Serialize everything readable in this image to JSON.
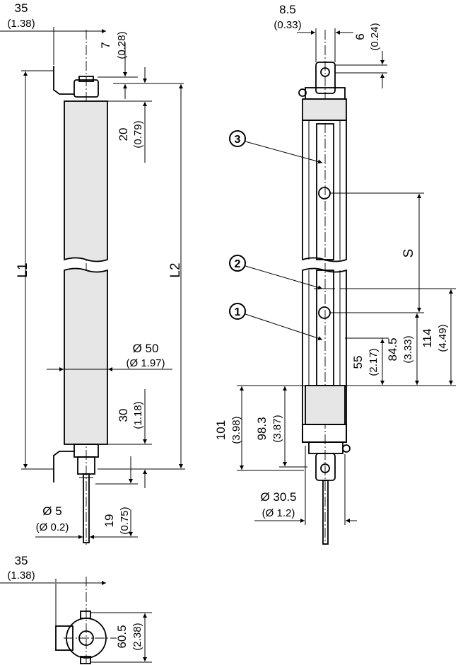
{
  "dimensions": {
    "width_top": {
      "mm": "35",
      "in": "(1.38)"
    },
    "width_bottom": {
      "mm": "35",
      "in": "(1.38)"
    },
    "cap_top": {
      "mm": "7",
      "in": "(0.28)"
    },
    "cap_height": {
      "mm": "20",
      "in": "(0.79)"
    },
    "diameter_body": {
      "mm": "Ø 50",
      "in": "(Ø 1.97)"
    },
    "bottom_cap": {
      "mm": "30",
      "in": "(1.18)"
    },
    "rod_diameter": {
      "mm": "Ø 5",
      "in": "(Ø 0.2)"
    },
    "rod_length": {
      "mm": "19",
      "in": "(0.75)"
    },
    "side_top_width": {
      "mm": "8.5",
      "in": "(0.33)"
    },
    "side_top_gap": {
      "mm": "6",
      "in": "(0.24)"
    },
    "dim_55": {
      "mm": "55",
      "in": "(2.17)"
    },
    "dim_84_5": {
      "mm": "84.5",
      "in": "(3.33)"
    },
    "dim_114": {
      "mm": "114",
      "in": "(4.49)"
    },
    "dim_101": {
      "mm": "101",
      "in": "(3.98)"
    },
    "dim_98_3": {
      "mm": "98.3",
      "in": "(3.87)"
    },
    "diameter_30_5": {
      "mm": "Ø 30.5",
      "in": "(Ø 1.2)"
    },
    "dim_60_5": {
      "mm": "60.5",
      "in": "(2.38)"
    }
  },
  "labels": {
    "L1": "L1",
    "L2": "L2",
    "S": "S"
  },
  "callouts": [
    "1",
    "2",
    "3"
  ]
}
